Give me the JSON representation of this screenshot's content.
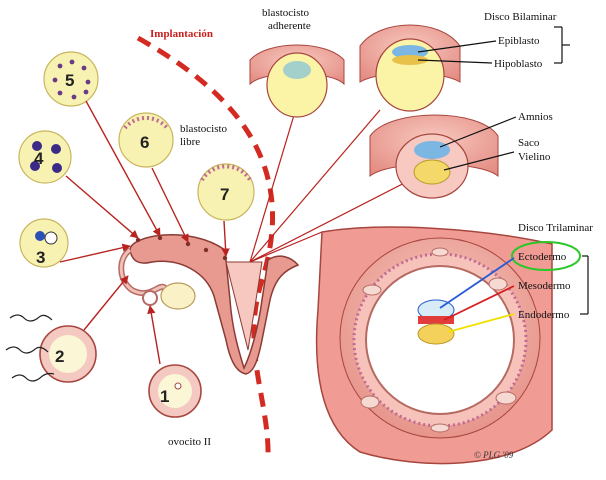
{
  "diagram": {
    "labels": {
      "implantation": "Implantación",
      "adherent_line1": "blastocisto",
      "adherent_line2": "adherente",
      "free_line1": "blastocisto",
      "free_line2": "libre",
      "oocyte": "ovocito II",
      "bilaminar_disc": "Disco Bilaminar",
      "epiblast": "Epiblasto",
      "hypoblast": "Hipoblasto",
      "amnion": "Amnios",
      "yolk_sac_line1": "Saco",
      "yolk_sac_line2": "Vielino",
      "trilaminar_disc": "Disco Trilaminar",
      "ectoderm": "Ectodermo",
      "mesoderm": "Mesodermo",
      "endoderm": "Endodermo",
      "signature": "© PLG '09"
    },
    "stages": [
      "1",
      "2",
      "3",
      "4",
      "5",
      "6",
      "7"
    ],
    "colors": {
      "arrow": "#b8231f",
      "implantation_line": "#d32a22",
      "tissue": "#f2b7ae",
      "yolk": "#fbf3a6",
      "ectoderm_ring": "#28c828",
      "ectoderm_line": "#2a5bd7",
      "mesoderm_line": "#d62020",
      "endoderm_line": "#f0e000"
    }
  }
}
